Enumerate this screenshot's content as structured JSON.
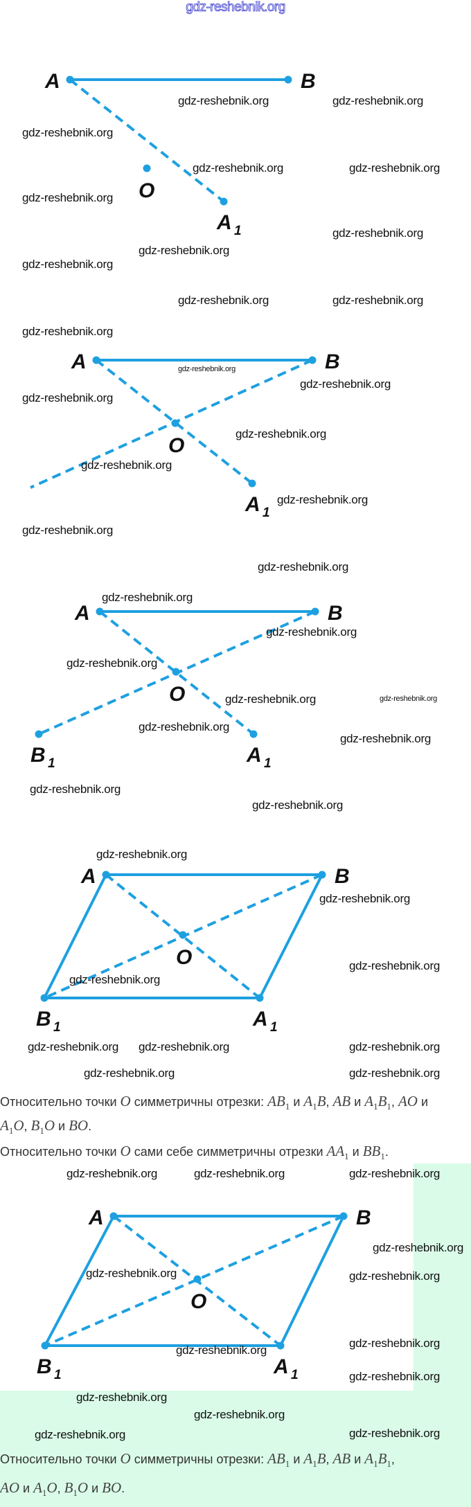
{
  "site_title": "gdz-reshebnik.org",
  "colors": {
    "line": "#1ea0e0",
    "label": "#111111",
    "highlight": "#dafbe8"
  },
  "point_labels": {
    "A": "A",
    "B": "B",
    "O": "O",
    "A1": "A",
    "B1": "B",
    "one": "1"
  },
  "watermark": "gdz-reshebnik.org",
  "text_block_1": {
    "line1": [
      {
        "t": "Относительно точки "
      },
      {
        "v": "O"
      },
      {
        "t": " симметричны отрезки: "
      },
      {
        "v": "AB",
        "s": "1"
      },
      {
        "t": " и "
      },
      {
        "v": "A",
        "s": "1",
        "v2": "B"
      },
      {
        "t": ", "
      },
      {
        "v": "AB"
      },
      {
        "t": " и "
      },
      {
        "v": "A",
        "s": "1",
        "v2": "B",
        "s2": "1"
      },
      {
        "t": ", "
      },
      {
        "v": "AO"
      },
      {
        "t": " и"
      }
    ],
    "line2": [
      {
        "v": "A",
        "s": "1",
        "v2": "O"
      },
      {
        "t": ", "
      },
      {
        "v": "B",
        "s": "1",
        "v2": "O"
      },
      {
        "t": " и "
      },
      {
        "v": "BO"
      },
      {
        "t": "."
      }
    ],
    "line3": [
      {
        "t": "Относительно точки "
      },
      {
        "v": "O"
      },
      {
        "t": " сами себе симметричны отрезки "
      },
      {
        "v": "AA",
        "s": "1"
      },
      {
        "t": " и "
      },
      {
        "v": "BB",
        "s": "1"
      },
      {
        "t": "."
      }
    ]
  },
  "text_block_2": {
    "line1": [
      {
        "t": "Относительно точки "
      },
      {
        "v": "O"
      },
      {
        "t": " симметричны отрезки: "
      },
      {
        "v": "AB",
        "s": "1"
      },
      {
        "t": " и "
      },
      {
        "v": "A",
        "s": "1",
        "v2": "B"
      },
      {
        "t": ", "
      },
      {
        "v": "AB"
      },
      {
        "t": " и "
      },
      {
        "v": "A",
        "s": "1",
        "v2": "B",
        "s2": "1"
      },
      {
        "t": ","
      }
    ],
    "line2": [
      {
        "v": "AO"
      },
      {
        "t": " и "
      },
      {
        "v": "A",
        "s": "1",
        "v2": "O"
      },
      {
        "t": ", "
      },
      {
        "v": "B",
        "s": "1",
        "v2": "O"
      },
      {
        "t": " и "
      },
      {
        "v": "BO"
      },
      {
        "t": "."
      }
    ]
  }
}
